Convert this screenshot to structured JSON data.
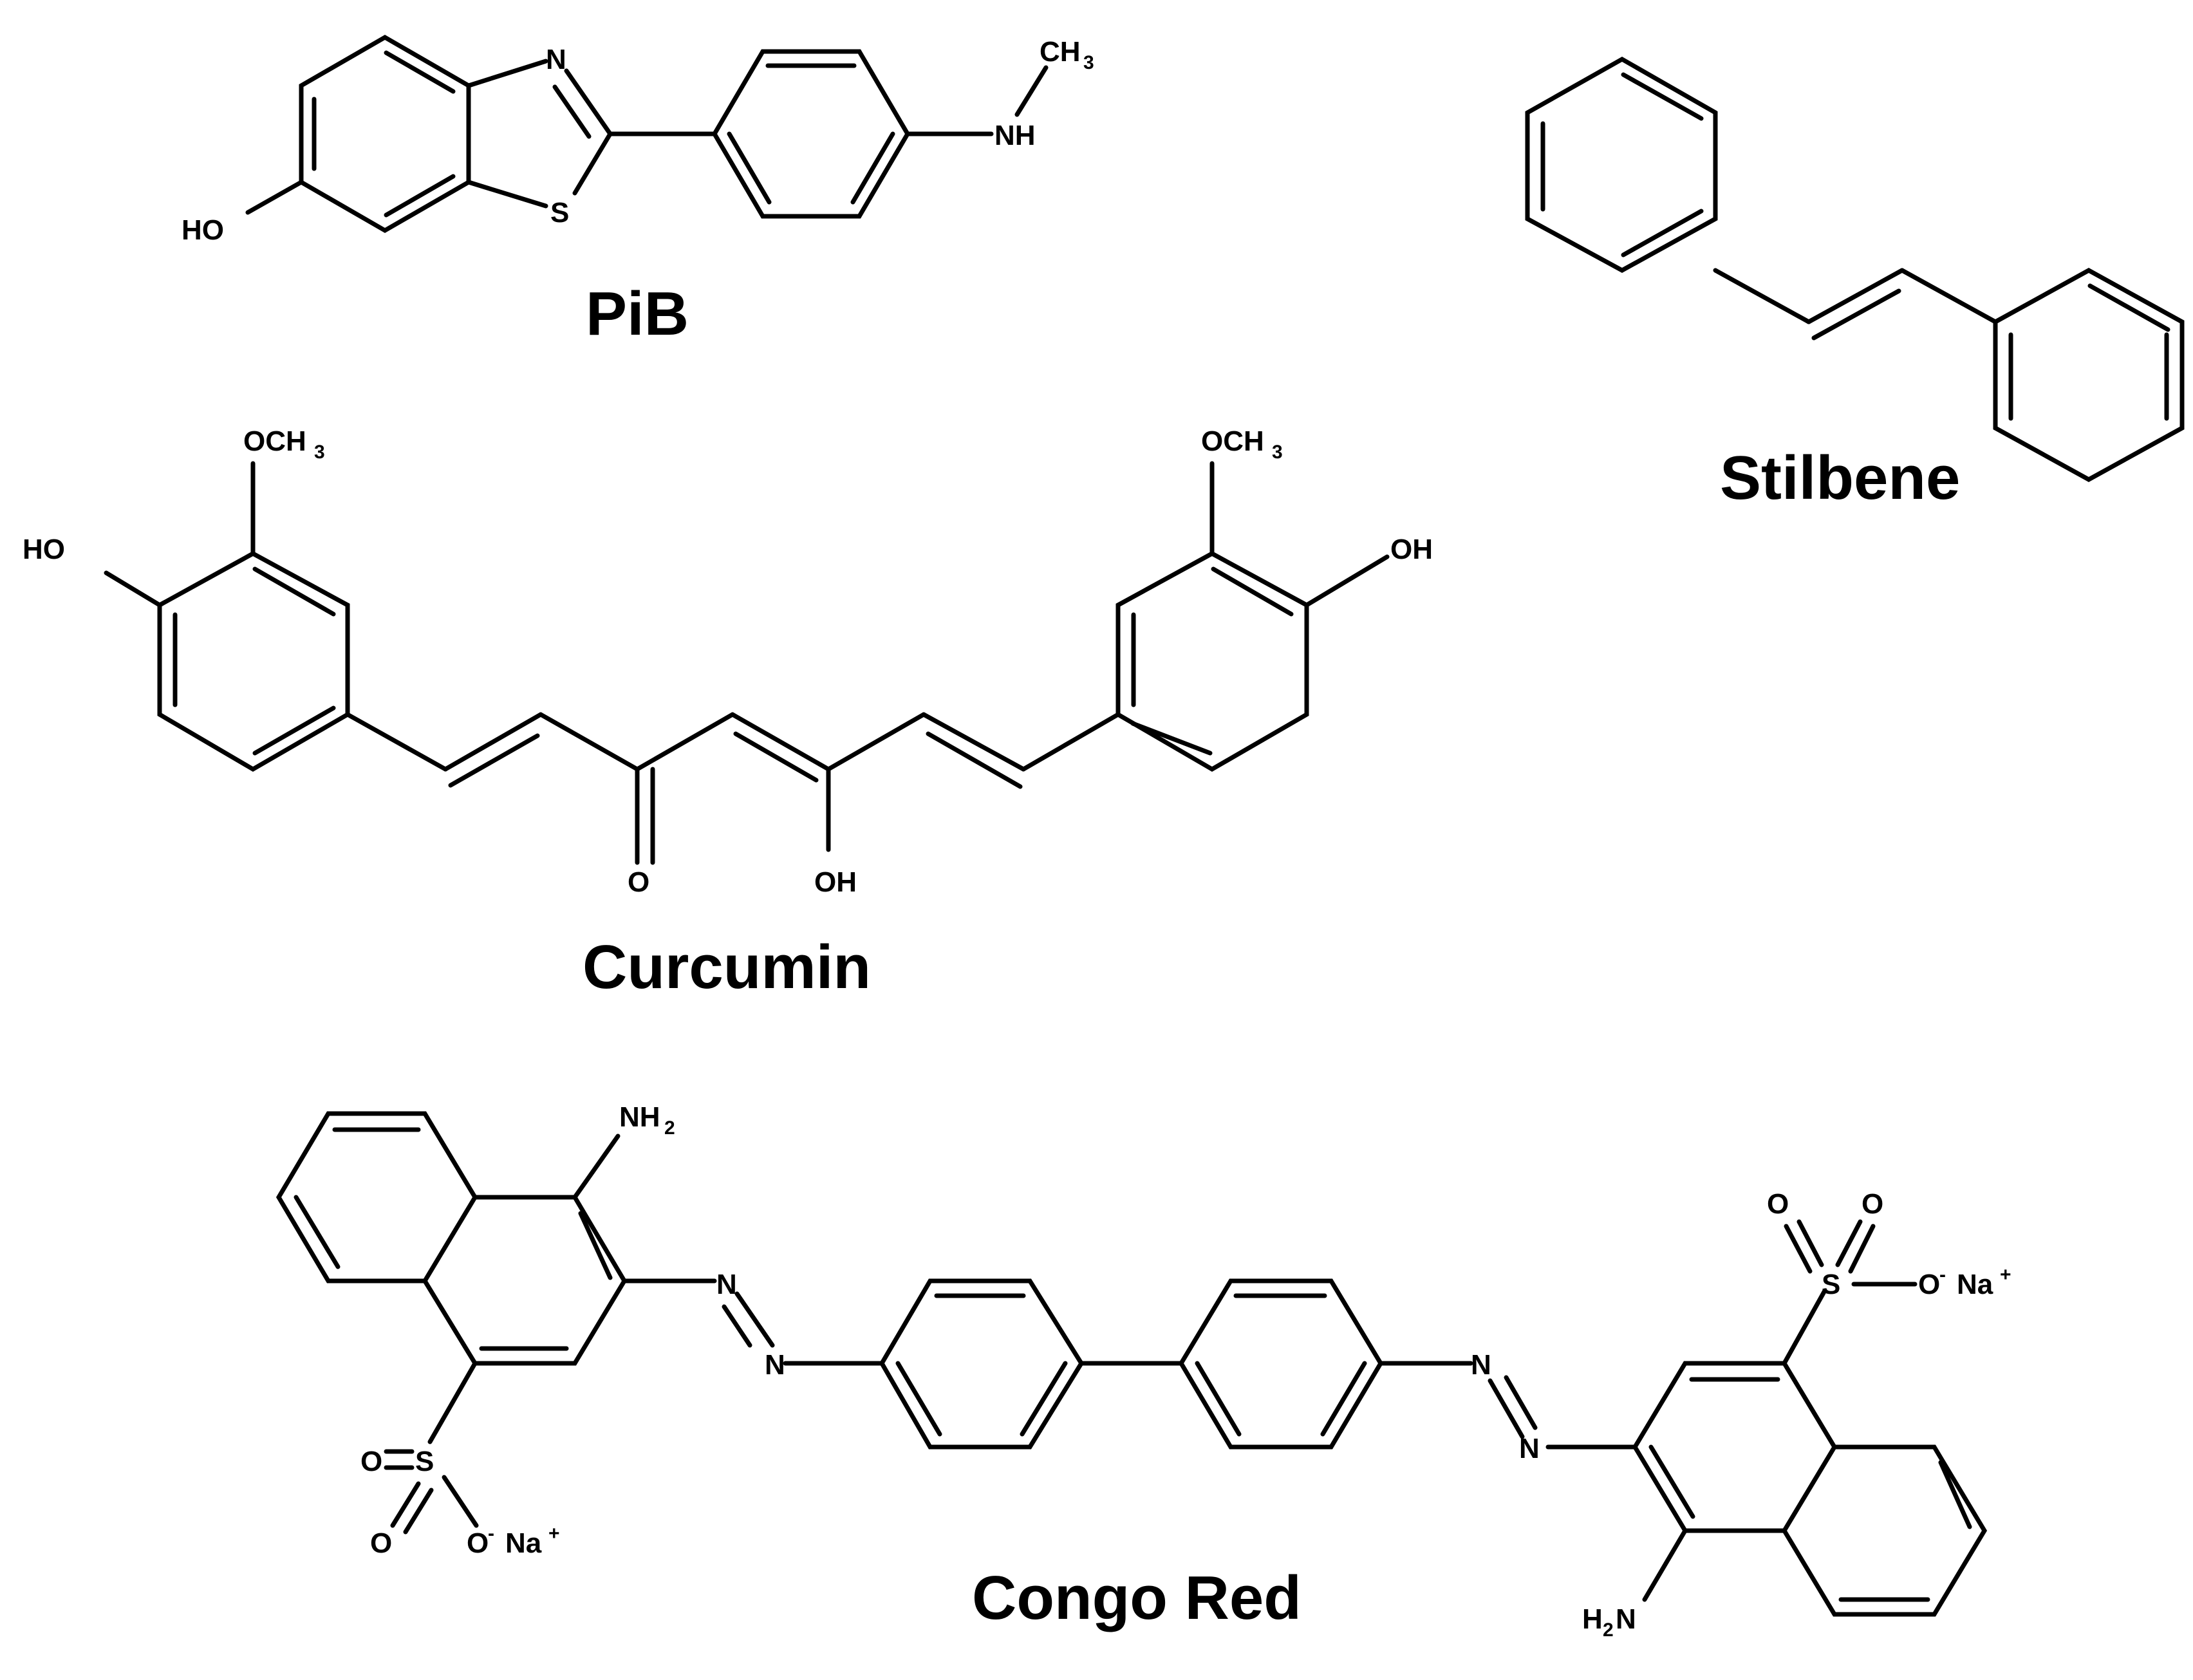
{
  "molecules": [
    {
      "name": "PiB",
      "labels": {
        "n_ring": "N",
        "s_ring": "S",
        "hydroxyl": "HO",
        "methyl": "CH",
        "methyl_sub": "3",
        "amine": "NH"
      }
    },
    {
      "name": "Stilbene"
    },
    {
      "name": "Curcumin",
      "labels": {
        "methoxy_left": "OCH",
        "methoxy_left_sub": "3",
        "hydroxyl_left": "HO",
        "methoxy_right": "OCH",
        "methoxy_right_sub": "3",
        "hydroxyl_right": "OH",
        "keto_oxygen": "O",
        "enol_hydroxyl": "OH"
      }
    },
    {
      "name": "Congo Red",
      "labels": {
        "amine_left": "NH",
        "amine_left_sub": "2",
        "azo_left_n1": "N",
        "azo_left_n2": "N",
        "azo_right_n1": "N",
        "azo_right_n2": "N",
        "sulfur_left": "S",
        "oxo_left_1": "O",
        "oxo_left_2": "O",
        "oxide_left": "O",
        "oxide_left_charge": "-",
        "sodium_left": "Na",
        "sodium_left_charge": "+",
        "sulfur_right": "S",
        "oxo_right_1": "O",
        "oxo_right_2": "O",
        "oxide_right": "O",
        "oxide_right_charge": "-",
        "sodium_right": "Na",
        "sodium_right_charge": "+",
        "amine_right": "H",
        "amine_right_sub": "2",
        "amine_right_n": "N"
      }
    }
  ]
}
